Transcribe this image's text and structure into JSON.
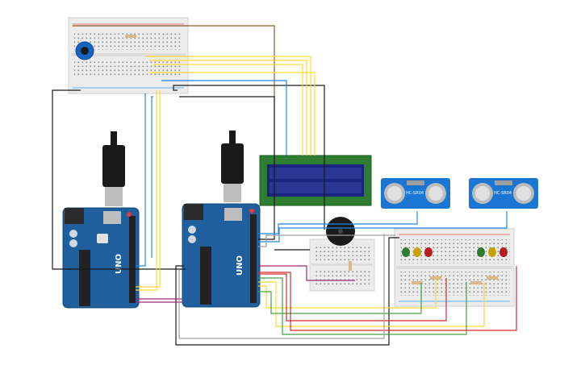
{
  "boards": {
    "left_label": "UNO",
    "right_label": "UNO"
  },
  "sensors": {
    "left_label": "HC-SR04",
    "right_label": "HC-SR04"
  },
  "colors": {
    "board_blue": "#1f5f9e",
    "breadboard": "#ececec",
    "lcd_frame": "#2e7d32",
    "lcd_screen": "#1a237e",
    "sensor_blue": "#1976d2",
    "wire_black": "#1a1a1a",
    "wire_blue": "#1e88e5",
    "wire_yellow": "#fdd835",
    "wire_red": "#d32f2f",
    "wire_green": "#43a047",
    "wire_magenta": "#a0287a",
    "wire_gray": "#9e9e9e",
    "wire_brown": "#8d5a2b",
    "led_green": "#2e7d32",
    "led_yellow": "#c9a200",
    "led_red": "#b71c1c"
  },
  "icons": [
    "potentiometer-icon",
    "buzzer-icon",
    "usb-connector-icon",
    "led-icon",
    "resistor-icon"
  ]
}
